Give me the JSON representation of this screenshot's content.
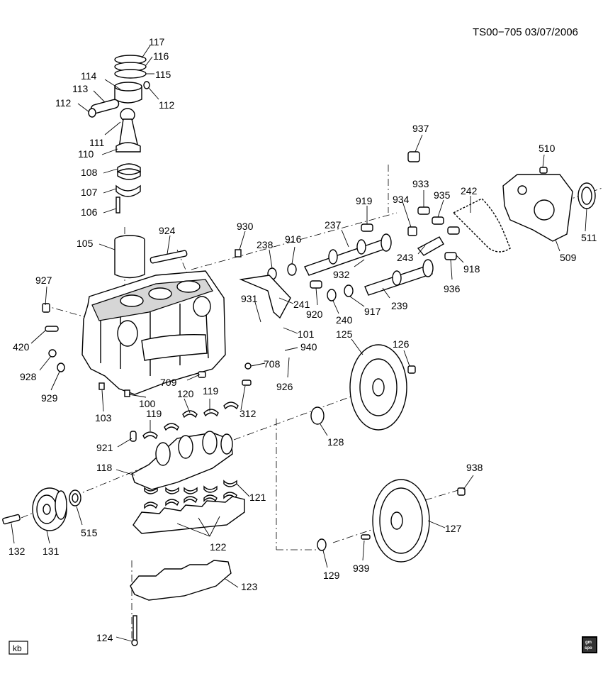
{
  "reference": "TS00−705  03/07/2006",
  "footer_tag": "kb",
  "logo_text": [
    "gm",
    "spo"
  ],
  "callouts": [
    {
      "id": "117",
      "label": "117"
    },
    {
      "id": "116",
      "label": "116"
    },
    {
      "id": "115",
      "label": "115"
    },
    {
      "id": "114",
      "label": "114"
    },
    {
      "id": "113",
      "label": "113"
    },
    {
      "id": "112a",
      "label": "112"
    },
    {
      "id": "112b",
      "label": "112"
    },
    {
      "id": "111",
      "label": "111"
    },
    {
      "id": "110",
      "label": "110"
    },
    {
      "id": "108",
      "label": "108"
    },
    {
      "id": "107",
      "label": "107"
    },
    {
      "id": "106",
      "label": "106"
    },
    {
      "id": "105",
      "label": "105"
    },
    {
      "id": "924",
      "label": "924"
    },
    {
      "id": "930",
      "label": "930"
    },
    {
      "id": "927",
      "label": "927"
    },
    {
      "id": "420",
      "label": "420"
    },
    {
      "id": "928",
      "label": "928"
    },
    {
      "id": "929",
      "label": "929"
    },
    {
      "id": "103",
      "label": "103"
    },
    {
      "id": "100",
      "label": "100"
    },
    {
      "id": "709",
      "label": "709"
    },
    {
      "id": "708",
      "label": "708"
    },
    {
      "id": "312",
      "label": "312"
    },
    {
      "id": "120",
      "label": "120"
    },
    {
      "id": "119a",
      "label": "119"
    },
    {
      "id": "119b",
      "label": "119"
    },
    {
      "id": "921",
      "label": "921"
    },
    {
      "id": "118",
      "label": "118"
    },
    {
      "id": "121",
      "label": "121"
    },
    {
      "id": "122",
      "label": "122"
    },
    {
      "id": "123",
      "label": "123"
    },
    {
      "id": "124",
      "label": "124"
    },
    {
      "id": "131",
      "label": "131"
    },
    {
      "id": "132",
      "label": "132"
    },
    {
      "id": "515",
      "label": "515"
    },
    {
      "id": "937",
      "label": "937"
    },
    {
      "id": "919",
      "label": "919"
    },
    {
      "id": "934",
      "label": "934"
    },
    {
      "id": "933",
      "label": "933"
    },
    {
      "id": "935",
      "label": "935"
    },
    {
      "id": "242",
      "label": "242"
    },
    {
      "id": "510",
      "label": "510"
    },
    {
      "id": "511",
      "label": "511"
    },
    {
      "id": "509",
      "label": "509"
    },
    {
      "id": "237",
      "label": "237"
    },
    {
      "id": "238",
      "label": "238"
    },
    {
      "id": "916",
      "label": "916"
    },
    {
      "id": "243",
      "label": "243"
    },
    {
      "id": "918",
      "label": "918"
    },
    {
      "id": "932",
      "label": "932"
    },
    {
      "id": "936",
      "label": "936"
    },
    {
      "id": "931",
      "label": "931"
    },
    {
      "id": "241",
      "label": "241"
    },
    {
      "id": "920",
      "label": "920"
    },
    {
      "id": "917",
      "label": "917"
    },
    {
      "id": "239",
      "label": "239"
    },
    {
      "id": "240",
      "label": "240"
    },
    {
      "id": "101",
      "label": "101"
    },
    {
      "id": "940",
      "label": "940"
    },
    {
      "id": "926",
      "label": "926"
    },
    {
      "id": "125",
      "label": "125"
    },
    {
      "id": "126",
      "label": "126"
    },
    {
      "id": "128",
      "label": "128"
    },
    {
      "id": "938",
      "label": "938"
    },
    {
      "id": "127",
      "label": "127"
    },
    {
      "id": "129",
      "label": "129"
    },
    {
      "id": "939",
      "label": "939"
    }
  ]
}
